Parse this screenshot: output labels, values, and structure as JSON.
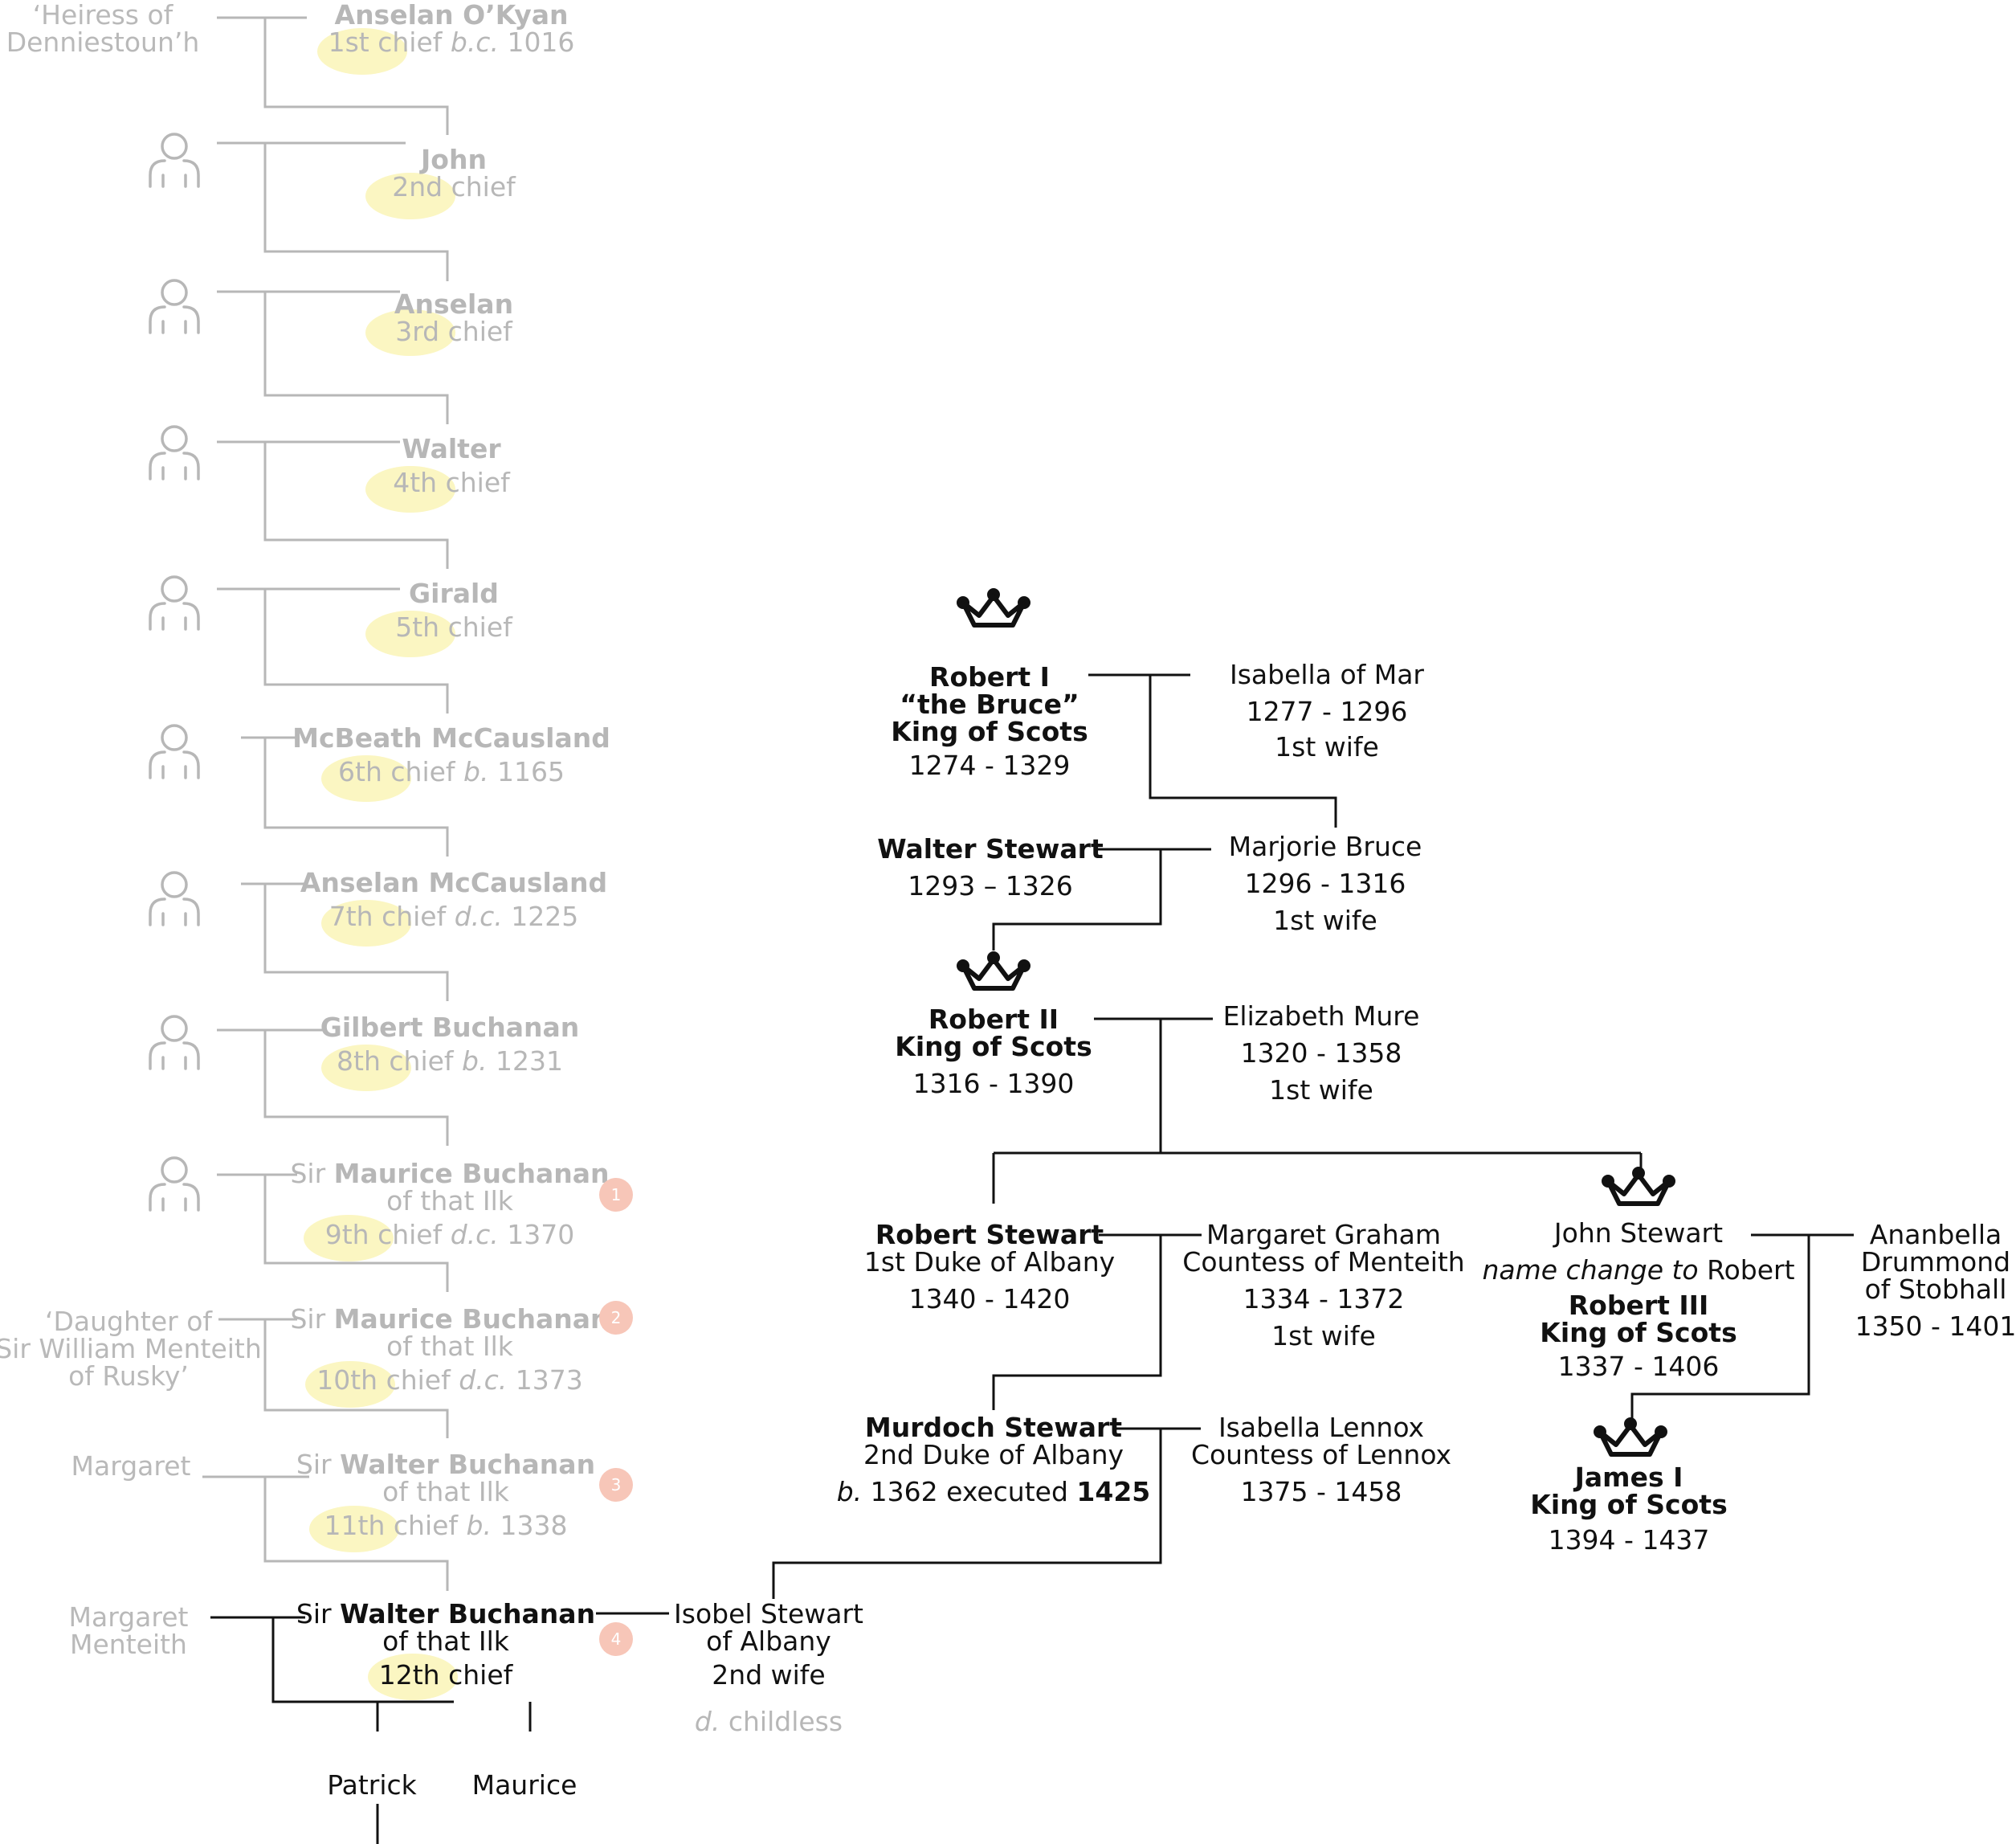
{
  "clan_chiefs": [
    {
      "name": "Anselan O’Kyan",
      "ordinal": "1st",
      "suffix_word": "chief",
      "date_prefix": "b.c.",
      "date": "1016"
    },
    {
      "name": "John",
      "ordinal": "2nd",
      "suffix_word": "chief"
    },
    {
      "name": "Anselan",
      "ordinal": "3rd",
      "suffix_word": "chief"
    },
    {
      "name": "Walter",
      "ordinal": "4th",
      "suffix_word": "chief"
    },
    {
      "name": "Girald",
      "ordinal": "5th",
      "suffix_word": "chief"
    },
    {
      "name": "McBeath McCausland",
      "ordinal": "6th",
      "suffix_word": "chief",
      "date_prefix": "b.",
      "date": "1165"
    },
    {
      "name": "Anselan McCausland",
      "ordinal": "7th",
      "suffix_word": "chief",
      "date_prefix": "d.c.",
      "date": "1225"
    },
    {
      "name": "Gilbert Buchanan",
      "ordinal": "8th",
      "suffix_word": "chief",
      "date_prefix": "b.",
      "date": "1231"
    },
    {
      "title": "Sir",
      "name": "Maurice Buchanan",
      "line2": "of that Ilk",
      "ordinal": "9th",
      "suffix_word": "chief",
      "date_prefix": "d.c.",
      "date": "1370",
      "badge": "1"
    },
    {
      "title": "Sir",
      "name": "Maurice Buchanan",
      "line2": "of that Ilk",
      "ordinal": "10th",
      "suffix_word": "chief",
      "date_prefix": "d.c.",
      "date": "1373",
      "badge": "2"
    },
    {
      "title": "Sir",
      "name": "Walter Buchanan",
      "line2": "of that Ilk",
      "ordinal": "11th",
      "suffix_word": "chief",
      "date_prefix": "b.",
      "date": "1338",
      "badge": "3"
    },
    {
      "title": "Sir",
      "name": "Walter Buchanan",
      "line2": "of that Ilk",
      "ordinal": "12th",
      "suffix_word": "chief",
      "badge": "4"
    }
  ],
  "chief_spouses": {
    "s1_line1": "‘Heiress of",
    "s1_line2": "Denniestoun’h",
    "s10_line1": "‘Daughter of",
    "s10_line2": "Sir William Menteith",
    "s10_line3": "of Rusky’",
    "s11": "Margaret",
    "s12_line1": "Margaret",
    "s12_line2": "Menteith"
  },
  "children": {
    "patrick": "Patrick",
    "maurice": "Maurice"
  },
  "royals": {
    "robert1": {
      "l1": "Robert I",
      "l2": "“the Bruce”",
      "l3": "King of Scots",
      "dates": "1274 -  1329"
    },
    "isabella_mar": {
      "name": "Isabella of Mar",
      "dates": "1277 - 1296",
      "note": "1st wife"
    },
    "walter_stewart": {
      "name": "Walter Stewart",
      "dates": "1293 – 1326"
    },
    "marjorie": {
      "name": "Marjorie Bruce",
      "dates": "1296 - 1316",
      "note": "1st wife"
    },
    "robert2": {
      "l1": "Robert II",
      "l2": "King of Scots",
      "dates": "1316 - 1390"
    },
    "elizabeth_mure": {
      "name": "Elizabeth Mure",
      "dates": "1320 - 1358",
      "note": "1st wife"
    },
    "robert_albany": {
      "name": "Robert Stewart",
      "title": "1st Duke of Albany",
      "dates": "1340 - 1420"
    },
    "margaret_graham": {
      "name": "Margaret Graham",
      "title": "Countess of Menteith",
      "dates": "1334 - 1372",
      "note": "1st wife"
    },
    "john_stewart": {
      "name": "John Stewart",
      "note_italic": "name change to",
      "note_name": "Robert",
      "l3": "Robert III",
      "l4": "King of Scots",
      "dates": "1337 -  1406"
    },
    "ananbella": {
      "l1": "Ananbella",
      "l2": "Drummond",
      "l3": "of Stobhall",
      "dates": "1350 - 1401"
    },
    "murdoch": {
      "name": "Murdoch Stewart",
      "title": "2nd Duke of Albany",
      "prefix": "b.",
      "mid": "1362 executed",
      "end": "1425"
    },
    "isabella_lennox": {
      "name": "Isabella Lennox",
      "title": "Countess of Lennox",
      "dates": "1375 - 1458"
    },
    "james1": {
      "l1": "James I",
      "l2": "King of Scots",
      "dates": "1394 - 1437"
    },
    "isobel": {
      "l1": "Isobel Stewart",
      "l2": "of Albany",
      "note": "2nd wife",
      "prefix": "d.",
      "fate": "childless"
    }
  },
  "icons": {
    "person": "person-icon",
    "crown": "crown-icon"
  },
  "colors": {
    "grey_text": "#b7b7b7",
    "highlight": "#fbf6c2",
    "badge": "#f7c6b8",
    "black": "#111111"
  }
}
